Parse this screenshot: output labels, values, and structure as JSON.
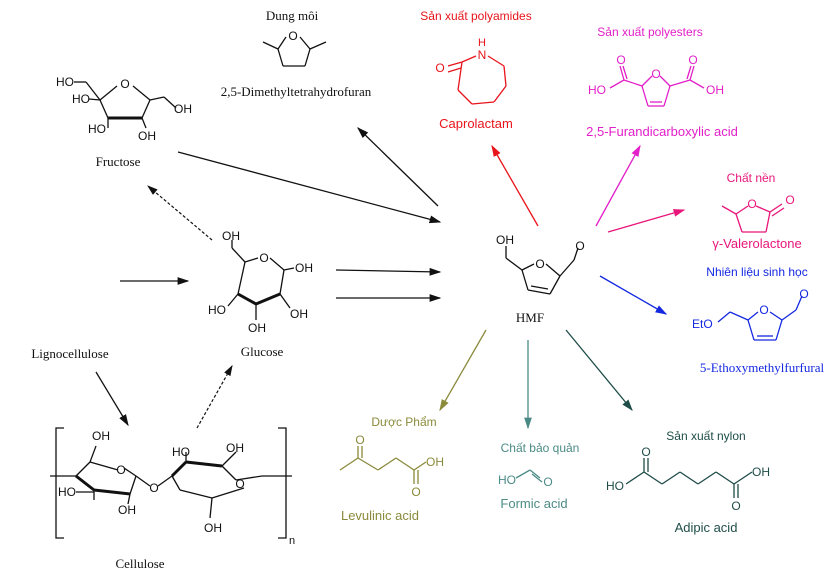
{
  "colors": {
    "black": "#111111",
    "red": "#e8141b",
    "magenta": "#e21fc8",
    "pink": "#e8167a",
    "blue": "#1428e0",
    "olive": "#8b8a3c",
    "teal": "#4b8b86",
    "darkteal": "#1e4d48"
  },
  "nodes": {
    "solvent_title": "Dung môi",
    "solvent_name": "2,5-Dimethyltetrahydrofuran",
    "fructose": "Fructose",
    "glucose": "Glucose",
    "lignocellulose": "Lignocellulose",
    "cellulose": "Cellulose",
    "cellulose_n": "n",
    "hmf": "HMF",
    "polyamide_title": "Sản xuất polyamides",
    "caprolactam": "Caprolactam",
    "polyester_title": "Sản xuất polyesters",
    "fdca": "2,5-Furandicarboxylic acid",
    "substrate_title": "Chất nền",
    "gvl": "γ-Valerolactone",
    "biofuel_title": "Nhiên liệu sinh học",
    "emf": "5-Ethoxymethylfurfural",
    "pharma_title": "Dược Phẩm",
    "levulinic": "Levulinic acid",
    "preservative_title": "Chất bảo quản",
    "formic": "Formic acid",
    "nylon_title": "Sản xuất nylon",
    "adipic": "Adipic acid"
  },
  "atoms": {
    "OH": "OH",
    "HO": "HO",
    "O": "O",
    "H": "H",
    "N": "N",
    "EtO": "EtO"
  }
}
